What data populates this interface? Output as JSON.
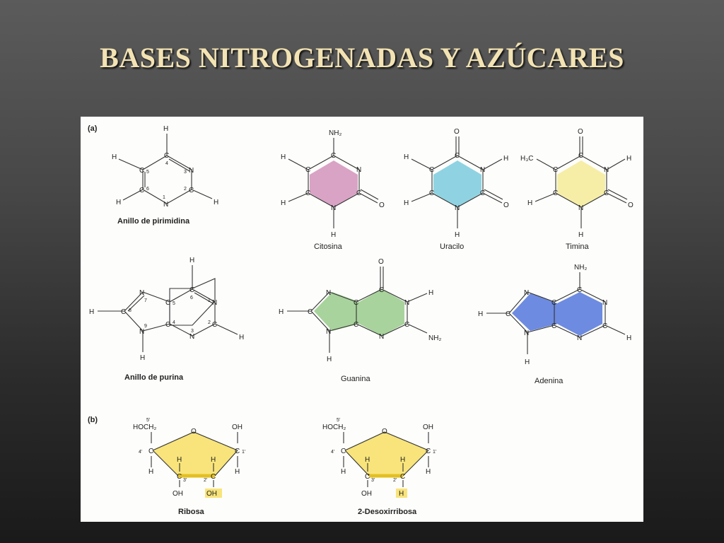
{
  "slide": {
    "title": "BASES NITROGENADAS Y AZÚCARES"
  },
  "panels": {
    "a": "(a)",
    "b": "(b)"
  },
  "atoms": {
    "H": "H",
    "C": "C",
    "N": "N",
    "O": "O",
    "NH2": "NH₂",
    "H3C": "H₃C",
    "OH": "OH",
    "HOCH2": "HOCH₂"
  },
  "numbers": {
    "n1": "1",
    "n2": "2",
    "n3": "3",
    "n4": "4",
    "n5": "5",
    "n6": "6",
    "n7": "7",
    "n8": "8",
    "n9": "9",
    "p1": "1'",
    "p2": "2'",
    "p3": "3'",
    "p4": "4'",
    "p5": "5'"
  },
  "captions": {
    "pyrimidine": "Anillo de pirimidina",
    "cytosine": "Citosina",
    "uracil": "Uracilo",
    "thymine": "Timina",
    "purine": "Anillo de purina",
    "guanine": "Guanina",
    "adenine": "Adenina",
    "ribose": "Ribosa",
    "deoxyribose": "2-Desoxirribosa"
  },
  "colors": {
    "cytosine": "#d9a3c5",
    "uracil": "#8fd3e2",
    "thymine": "#f6eea6",
    "guanine": "#a8d39c",
    "adenine": "#6d8be0",
    "sugar": "#f8e47a",
    "title": "#f3e3b3"
  }
}
